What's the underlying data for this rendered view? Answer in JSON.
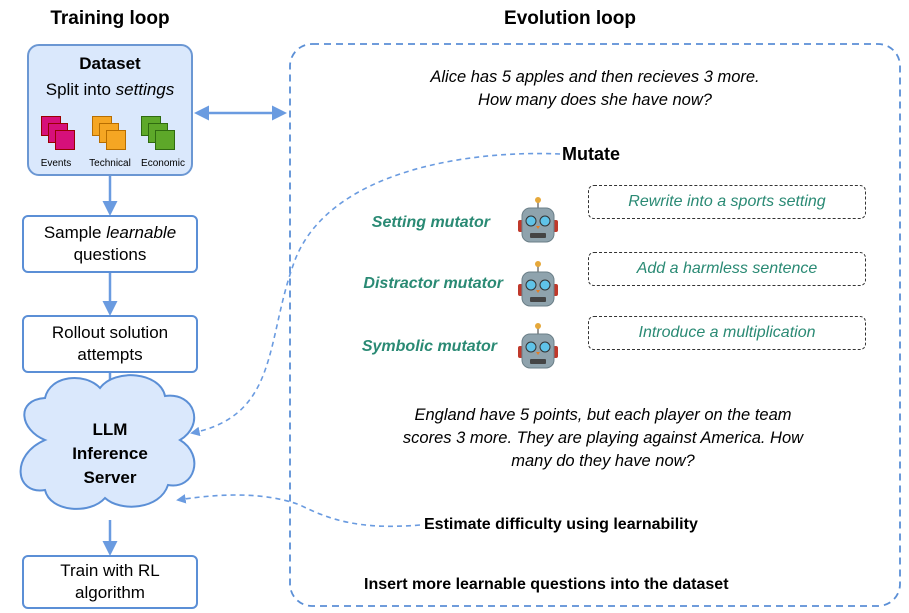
{
  "headings": {
    "training": "Training loop",
    "evolution": "Evolution loop"
  },
  "dataset": {
    "title": "Dataset",
    "split_prefix": "Split into ",
    "split_emph": "settings",
    "categories": [
      {
        "label": "Events",
        "color": "#d6107a"
      },
      {
        "label": "Technical",
        "color": "#f5a623"
      },
      {
        "label": "Economic",
        "color": "#5da829"
      }
    ]
  },
  "training_steps": {
    "sample_prefix": "Sample ",
    "sample_emph": "learnable",
    "sample_suffix": "questions",
    "rollout": "Rollout solution attempts",
    "llm_line1": "LLM",
    "llm_line2": "Inference",
    "llm_line3": "Server",
    "train": "Train with RL algorithm"
  },
  "evolution": {
    "input_question": "Alice has 5 apples and then recieves 3 more. How many does she have now?",
    "mutate_label": "Mutate",
    "mutators": [
      {
        "name": "Setting mutator",
        "instruction": "Rewrite into a sports setting",
        "icon": "robot-icon"
      },
      {
        "name": "Distractor mutator",
        "instruction": "Add a harmless sentence",
        "icon": "robot-icon"
      },
      {
        "name": "Symbolic mutator",
        "instruction": "Introduce a multiplication",
        "icon": "robot-icon"
      }
    ],
    "output_question": "England have 5 points, but each player on the team scores 3 more. They are playing against America. How many do they have now?",
    "estimate": "Estimate difficulty using learnability",
    "insert": "Insert more learnable questions into the dataset"
  },
  "colors": {
    "box_border": "#5b8fd6",
    "dataset_fill": "#dae8fc",
    "arrow": "#6a9be0",
    "mutator_text": "#2a8a74"
  }
}
